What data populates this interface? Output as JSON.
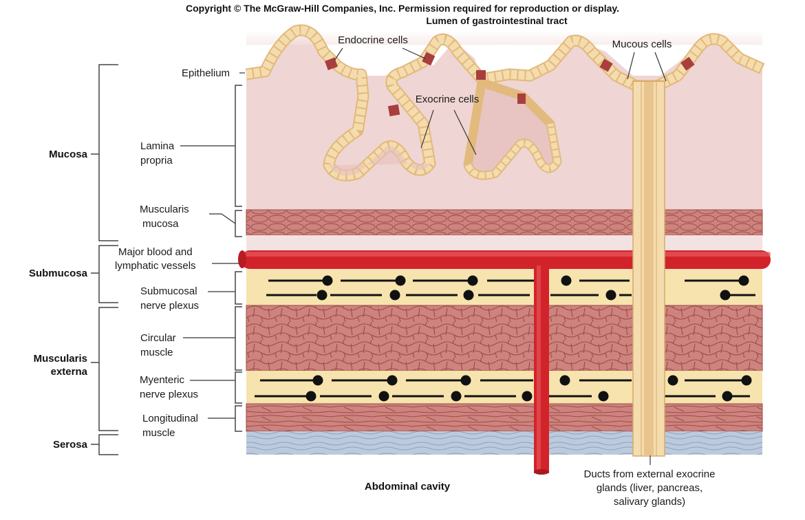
{
  "header": {
    "copyright": "Copyright © The McGraw-Hill Companies, Inc. Permission required for reproduction or display.",
    "lumen": "Lumen of gastrointestinal tract"
  },
  "bracket_labels": {
    "mucosa": "Mucosa",
    "submucosa": "Submucosa",
    "muscularis_line1": "Muscularis",
    "muscularis_line2": "externa",
    "serosa": "Serosa"
  },
  "labels": {
    "epithelium": "Epithelium",
    "lamina_1": "Lamina",
    "lamina_2": "propria",
    "musc_mucosa_1": "Muscularis",
    "musc_mucosa_2": "mucosa",
    "vessels_1": "Major blood and",
    "vessels_2": "lymphatic vessels",
    "submucosal_1": "Submucosal",
    "submucosal_2": "nerve plexus",
    "circular_1": "Circular",
    "circular_2": "muscle",
    "myenteric_1": "Myenteric",
    "myenteric_2": "nerve plexus",
    "longitudinal_1": "Longitudinal",
    "longitudinal_2": "muscle",
    "endocrine": "Endocrine cells",
    "exocrine": "Exocrine cells",
    "mucous": "Mucous cells",
    "ducts_1": "Ducts from external exocrine",
    "ducts_2": "glands (liver, pancreas,",
    "ducts_3": "salivary glands)"
  },
  "footer": {
    "abdominal": "Abdominal cavity"
  },
  "colors": {
    "lamina": "#edd2d0",
    "muscle": "#cd837e",
    "muscle_line": "#9e4a46",
    "nerve_band": "#f6e3ad",
    "serosa": "#b9c8dd",
    "vessel": "#d2232a",
    "epithelium_cell": "#f0d39e",
    "endocrine_cell": "#a83e3e"
  }
}
